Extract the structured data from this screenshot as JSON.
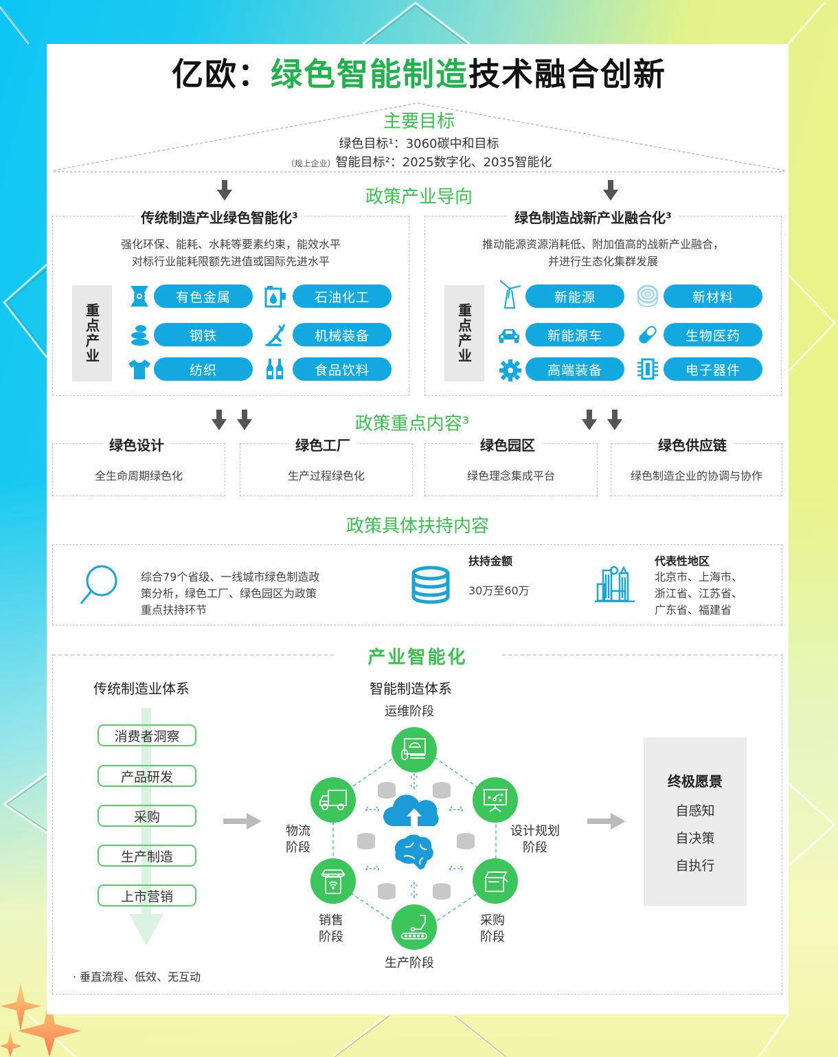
{
  "header": {
    "title_prefix": "亿欧：",
    "title_green": "绿色智能制造",
    "title_suffix": "技术融合创新"
  },
  "goals": {
    "heading": "主要目标",
    "green_goal": "绿色目标¹：3060碳中和目标",
    "smart_goal_note": "（规上企业）",
    "smart_goal": "智能目标²：2025数字化、2035智能化"
  },
  "policy_direction": {
    "heading": "政策产业导向",
    "left": {
      "title": "传统制造产业绿色智能化³",
      "desc_line1": "强化环保、能耗、水耗等要素约束，能效水平",
      "desc_line2": "对标行业能耗限额先进值或国际先进水平",
      "key_label": "重点产业",
      "industries": [
        {
          "label": "有色金属",
          "icon": "metal-icon"
        },
        {
          "label": "石油化工",
          "icon": "petrochemical-icon"
        },
        {
          "label": "钢铁",
          "icon": "steel-icon"
        },
        {
          "label": "机械装备",
          "icon": "robot-arm-icon"
        },
        {
          "label": "纺织",
          "icon": "tshirt-icon"
        },
        {
          "label": "食品饮料",
          "icon": "bottles-icon"
        }
      ]
    },
    "right": {
      "title": "绿色制造战新产业融合化³",
      "desc_line1": "推动能源资源消耗低、附加值高的战新产业融合，",
      "desc_line2": "并进行生态化集群发展",
      "key_label": "重点产业",
      "industries": [
        {
          "label": "新能源",
          "icon": "wind-turbine-icon"
        },
        {
          "label": "新材料",
          "icon": "material-roll-icon"
        },
        {
          "label": "新能源车",
          "icon": "car-icon"
        },
        {
          "label": "生物医药",
          "icon": "pill-icon"
        },
        {
          "label": "高端装备",
          "icon": "gear-icon"
        },
        {
          "label": "电子器件",
          "icon": "chip-icon"
        }
      ]
    }
  },
  "policy_focus": {
    "heading": "政策重点内容³",
    "items": [
      {
        "title": "绿色设计",
        "desc": "全生命周期绿色化"
      },
      {
        "title": "绿色工厂",
        "desc": "生产过程绿色化"
      },
      {
        "title": "绿色园区",
        "desc": "绿色理念集成平台"
      },
      {
        "title": "绿色供应链",
        "desc": "绿色制造企业的协调与协作"
      }
    ]
  },
  "policy_support": {
    "heading": "政策具体扶持内容",
    "analysis": {
      "line1": "综合79个省级、一线城市绿色制造政",
      "line2": "策分析，绿色工厂、绿色园区为政策",
      "line3": "重点扶持环节"
    },
    "amount": {
      "label": "扶持金额",
      "value": "30万至60万"
    },
    "regions": {
      "label": "代表性地区",
      "line1": "北京市、上海市、",
      "line2": "浙江省、江苏省、",
      "line3": "广东省、福建省"
    }
  },
  "industry_intelligence": {
    "heading": "产业智能化",
    "traditional": {
      "title": "传统制造业体系",
      "steps": [
        "消费者洞察",
        "产品研发",
        "采购",
        "生产制造",
        "上市营销"
      ],
      "note": "· 垂直流程、低效、无互动"
    },
    "smart": {
      "title": "智能制造体系",
      "stages": {
        "ops": "运维阶段",
        "design_1": "设计规划",
        "design_2": "阶段",
        "purchase_1": "采购",
        "purchase_2": "阶段",
        "production": "生产阶段",
        "sales_1": "销售",
        "sales_2": "阶段",
        "logistics_1": "物流",
        "logistics_2": "阶段"
      }
    },
    "vision": {
      "title": "终极愿景",
      "items": [
        "自感知",
        "自决策",
        "自执行"
      ]
    }
  },
  "colors": {
    "green_accent": "#3bbf4f",
    "title_green": "#22b14c",
    "pill_blue": "#13a8df",
    "stage_green": "#3cc55a",
    "arrow_gray": "#555555"
  }
}
